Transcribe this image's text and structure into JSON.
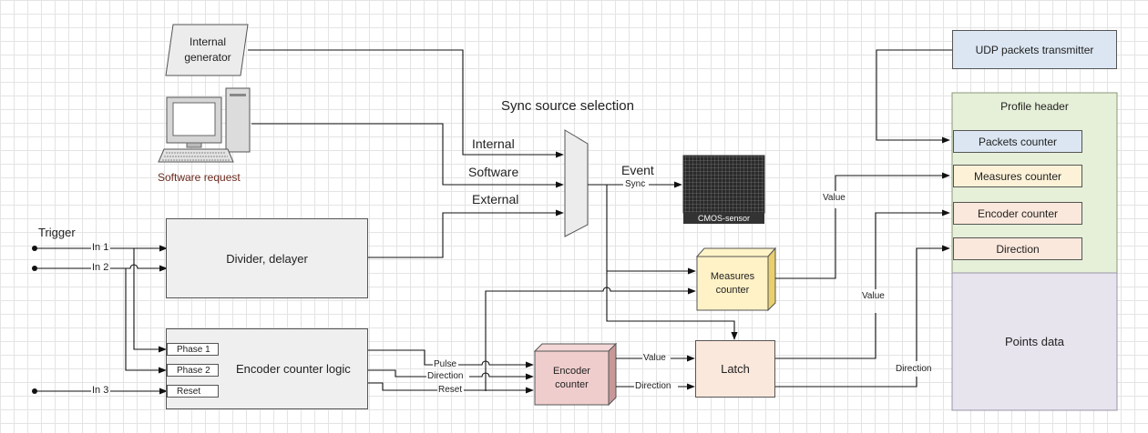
{
  "title": "Sync source selection",
  "trigger_label": "Trigger",
  "inputs": {
    "in1": "In 1",
    "in2": "In 2",
    "in3": "In 3"
  },
  "internal_generator": "Internal\ngenerator",
  "software_request": "Software request",
  "divider": "Divider, delayer",
  "encoder_logic": {
    "title": "Encoder counter logic",
    "phase1": "Phase 1",
    "phase2": "Phase 2",
    "reset": "Reset"
  },
  "mux_inputs": {
    "internal": "Internal",
    "software": "Software",
    "external": "External"
  },
  "event": "Event",
  "sync": "Sync",
  "cmos": "CMOS-sensor",
  "measures_counter": "Measures\ncounter",
  "encoder_counter": "Encoder\ncounter",
  "latch": "Latch",
  "signals": {
    "pulse": "Pulse",
    "direction": "Direction",
    "reset": "Reset",
    "value": "Value"
  },
  "udp": "UDP packets transmitter",
  "profile": {
    "header": "Profile header",
    "packets_counter": "Packets counter",
    "measures_counter": "Measures counter",
    "encoder_counter": "Encoder counter",
    "direction": "Direction",
    "points": "Points data"
  }
}
